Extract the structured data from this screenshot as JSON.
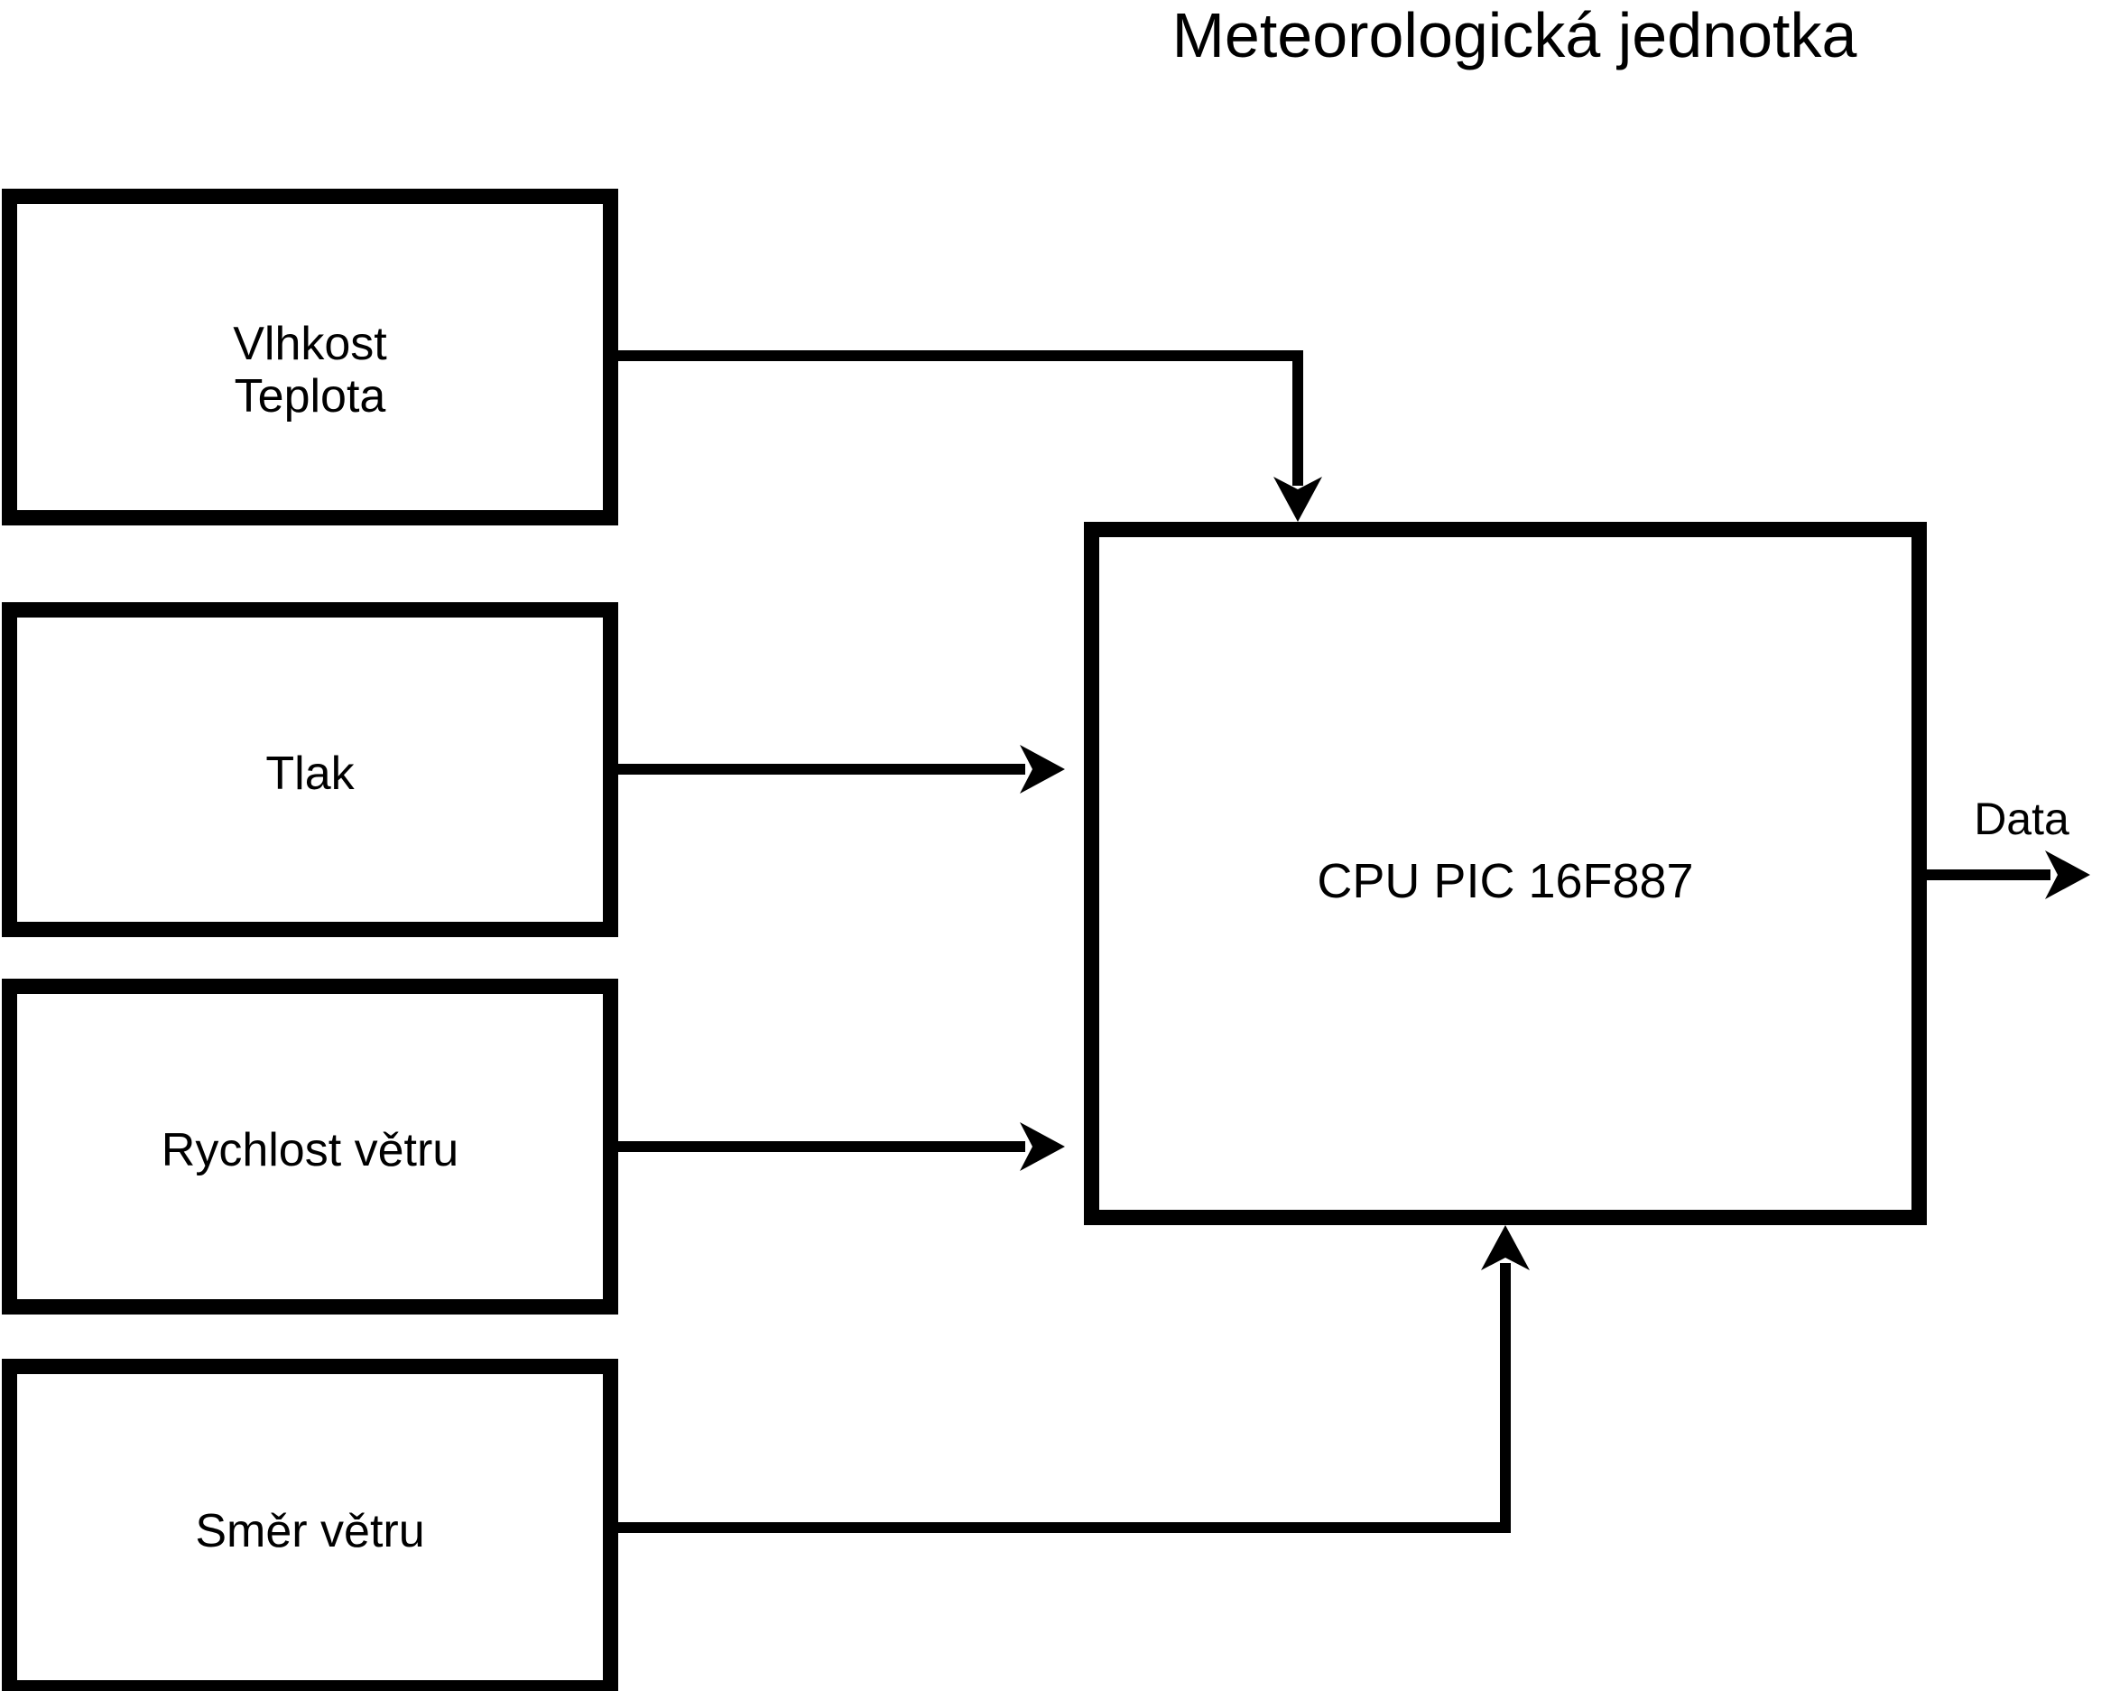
{
  "title": "Meteorologická jednotka",
  "colors": {
    "foreground": "#000000",
    "background": "#ffffff"
  },
  "boxes": {
    "humidity_temperature": {
      "lines": [
        "Vlhkost",
        "Teplota"
      ]
    },
    "pressure": {
      "label": "Tlak"
    },
    "wind_speed": {
      "label": "Rychlost větru"
    },
    "wind_direction": {
      "label": "Směr větru"
    },
    "cpu": {
      "label": "CPU PIC 16F887"
    }
  },
  "output": {
    "label": "Data"
  },
  "connections": [
    {
      "from": "humidity_temperature",
      "to": "cpu"
    },
    {
      "from": "pressure",
      "to": "cpu"
    },
    {
      "from": "wind_speed",
      "to": "cpu"
    },
    {
      "from": "wind_direction",
      "to": "cpu"
    },
    {
      "from": "cpu",
      "to": "data_output"
    }
  ]
}
